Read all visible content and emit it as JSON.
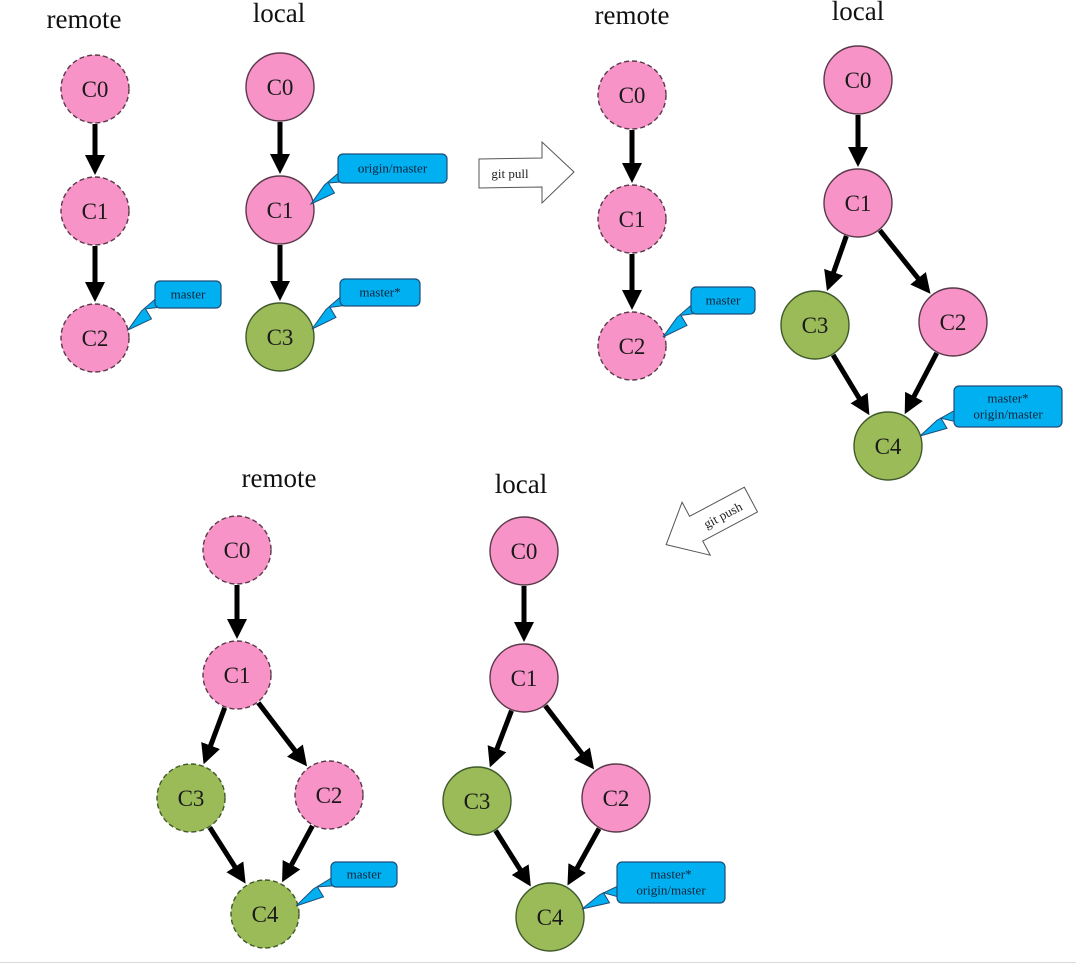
{
  "colors": {
    "commit_pink": "#f793c7",
    "commit_green": "#9bbb59",
    "node_stroke": "#5a3a4a",
    "node_stroke_green": "#3f5a2a",
    "branch_label_fill": "#00b0f0",
    "branch_label_stroke": "#1f4e79",
    "edge": "#000000",
    "text": "#1a1a1a"
  },
  "panels": [
    {
      "id": "top-left-remote",
      "title": "remote",
      "dashed": true,
      "commits": [
        {
          "id": "C0",
          "color": "pink"
        },
        {
          "id": "C1",
          "color": "pink"
        },
        {
          "id": "C2",
          "color": "pink"
        }
      ],
      "edges": [
        [
          "C0",
          "C1"
        ],
        [
          "C1",
          "C2"
        ]
      ],
      "labels": [
        {
          "target": "C2",
          "lines": [
            "master"
          ]
        }
      ]
    },
    {
      "id": "top-left-local",
      "title": "local",
      "dashed": false,
      "commits": [
        {
          "id": "C0",
          "color": "pink"
        },
        {
          "id": "C1",
          "color": "pink"
        },
        {
          "id": "C3",
          "color": "green"
        }
      ],
      "edges": [
        [
          "C0",
          "C1"
        ],
        [
          "C1",
          "C3"
        ]
      ],
      "labels": [
        {
          "target": "C1",
          "lines": [
            "origin/master"
          ]
        },
        {
          "target": "C3",
          "lines": [
            "master*"
          ]
        }
      ]
    },
    {
      "id": "top-right-remote",
      "title": "remote",
      "dashed": true,
      "commits": [
        {
          "id": "C0",
          "color": "pink"
        },
        {
          "id": "C1",
          "color": "pink"
        },
        {
          "id": "C2",
          "color": "pink"
        }
      ],
      "edges": [
        [
          "C0",
          "C1"
        ],
        [
          "C1",
          "C2"
        ]
      ],
      "labels": [
        {
          "target": "C2",
          "lines": [
            "master"
          ]
        }
      ]
    },
    {
      "id": "top-right-local",
      "title": "local",
      "dashed": false,
      "commits": [
        {
          "id": "C0",
          "color": "pink"
        },
        {
          "id": "C1",
          "color": "pink"
        },
        {
          "id": "C3",
          "color": "green"
        },
        {
          "id": "C2",
          "color": "pink"
        },
        {
          "id": "C4",
          "color": "green"
        }
      ],
      "edges": [
        [
          "C0",
          "C1"
        ],
        [
          "C1",
          "C3"
        ],
        [
          "C1",
          "C2"
        ],
        [
          "C3",
          "C4"
        ],
        [
          "C2",
          "C4"
        ]
      ],
      "labels": [
        {
          "target": "C4",
          "lines": [
            "master*",
            "origin/master"
          ]
        }
      ]
    },
    {
      "id": "bottom-remote",
      "title": "remote",
      "dashed": true,
      "commits": [
        {
          "id": "C0",
          "color": "pink"
        },
        {
          "id": "C1",
          "color": "pink"
        },
        {
          "id": "C3",
          "color": "green"
        },
        {
          "id": "C2",
          "color": "pink"
        },
        {
          "id": "C4",
          "color": "green"
        }
      ],
      "edges": [
        [
          "C0",
          "C1"
        ],
        [
          "C1",
          "C3"
        ],
        [
          "C1",
          "C2"
        ],
        [
          "C3",
          "C4"
        ],
        [
          "C2",
          "C4"
        ]
      ],
      "labels": [
        {
          "target": "C4",
          "lines": [
            "master"
          ]
        }
      ]
    },
    {
      "id": "bottom-local",
      "title": "local",
      "dashed": false,
      "commits": [
        {
          "id": "C0",
          "color": "pink"
        },
        {
          "id": "C1",
          "color": "pink"
        },
        {
          "id": "C3",
          "color": "green"
        },
        {
          "id": "C2",
          "color": "pink"
        },
        {
          "id": "C4",
          "color": "green"
        }
      ],
      "edges": [
        [
          "C0",
          "C1"
        ],
        [
          "C1",
          "C3"
        ],
        [
          "C1",
          "C2"
        ],
        [
          "C3",
          "C4"
        ],
        [
          "C2",
          "C4"
        ]
      ],
      "labels": [
        {
          "target": "C4",
          "lines": [
            "master*",
            "origin/master"
          ]
        }
      ]
    }
  ],
  "operations": [
    {
      "id": "git-pull",
      "label": "git pull",
      "direction": "right"
    },
    {
      "id": "git-push",
      "label": "git push",
      "direction": "down-left"
    }
  ]
}
